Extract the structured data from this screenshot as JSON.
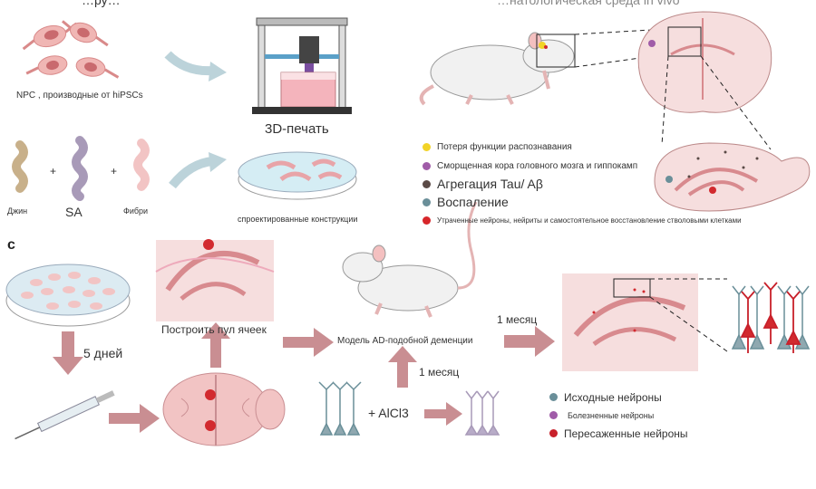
{
  "header": {
    "left_partial": "…ру…",
    "right_partial": "…натологическая среда in vivo"
  },
  "panel_a": {
    "npc_label": "NPC , производные от hiPSCs",
    "bioprint_label": "3D-печать",
    "gin_label": "Джин",
    "sa_label": "SA",
    "fibri_label": "Фибри",
    "plus": "+",
    "constructs_label": "спроектированные конструкции"
  },
  "panel_b": {
    "legend": [
      {
        "label": "Потеря функции распознавания",
        "color": "#f2d327"
      },
      {
        "label": "Сморщенная кора головного мозга и гиппокамп",
        "color": "#a05ca8"
      },
      {
        "label": "Агрегация Tau/ Aβ",
        "color": "#5a4a46"
      },
      {
        "label": "Воспаление",
        "color": "#6a8f99"
      },
      {
        "label": "Утраченные нейроны, нейриты и самостоятельное восстановление стволовыми клетками",
        "color": "#d7262a"
      }
    ]
  },
  "panel_c": {
    "label": "c",
    "days_label": "5 дней",
    "build_pool_label": "Построить пул ячеек",
    "model_label": "Модель AD-подобной деменции",
    "month_label_1": "1 месяц",
    "month_label_2": "1 месяц",
    "alcl3_label": "+ AlCl3",
    "legend": [
      {
        "label": "Исходные нейроны",
        "color": "#6a8f99"
      },
      {
        "label": "Болезненные нейроны",
        "color": "#a05ca8"
      },
      {
        "label": "Пересаженные нейроны",
        "color": "#c8202a"
      }
    ]
  },
  "colors": {
    "arrow": "#c98e92",
    "tissue": "#f4d9d6",
    "tissue_dark": "#d88a8e",
    "neuron": "#8fa8b0",
    "red": "#d22a2f"
  }
}
